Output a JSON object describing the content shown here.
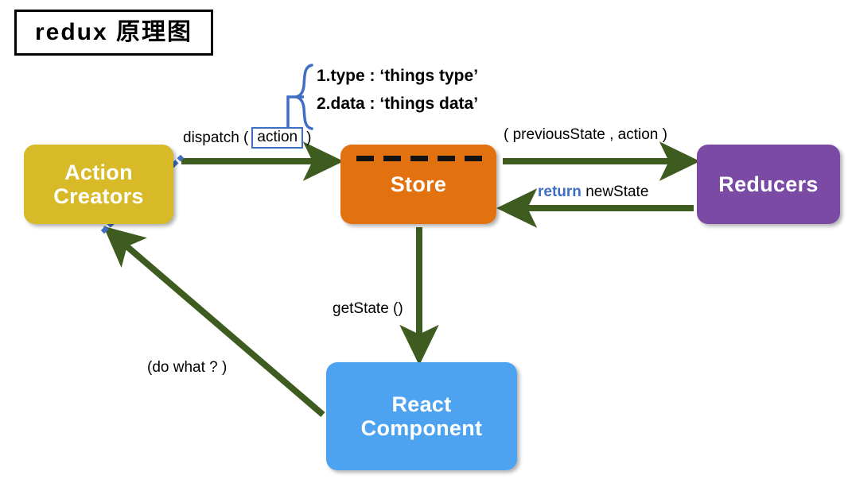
{
  "title": {
    "text": "redux 原理图"
  },
  "nodes": [
    {
      "id": "action-creators",
      "label": "Action\nCreators",
      "color": "#d8b927"
    },
    {
      "id": "store",
      "label": "Store",
      "color": "#e2710f"
    },
    {
      "id": "reducers",
      "label": "Reducers",
      "color": "#7b4aa5"
    },
    {
      "id": "react-component",
      "label": "React\nComponent",
      "color": "#4da3f0"
    }
  ],
  "annotations": {
    "action_fields": [
      "1.type : ‘things type’",
      "2.data : ‘things data’"
    ],
    "dispatch_prefix": "dispatch (",
    "dispatch_arg": "action",
    "dispatch_suffix": ")",
    "previous_state": "( previousState , action )",
    "return_keyword": "return",
    "return_value": "newState",
    "get_state": "getState ()",
    "do_what": "(do what ? )"
  },
  "colors": {
    "arrow_green": "#3e5c20",
    "accent_blue": "#3f6fc4",
    "dotted_blue": "#3f6fc4",
    "dash_black": "#111111",
    "background": "#ffffff"
  }
}
